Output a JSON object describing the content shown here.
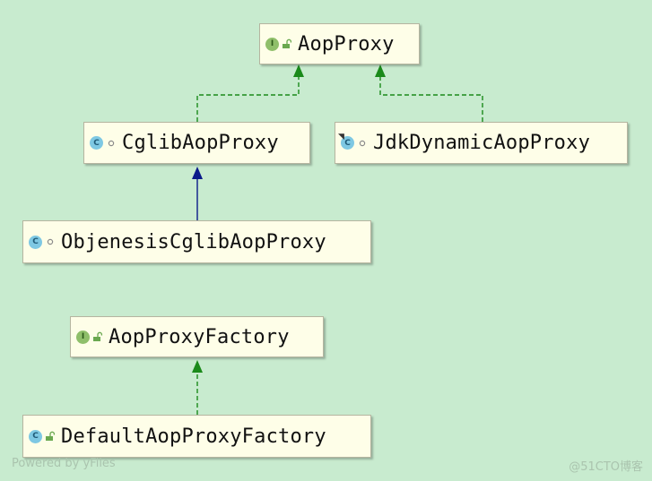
{
  "nodes": {
    "aop_proxy": {
      "name": "AopProxy",
      "kind_icon": "I",
      "visibility": "public"
    },
    "cglib_aop_proxy": {
      "name": "CglibAopProxy",
      "kind_icon": "C",
      "visibility": "package-private"
    },
    "jdk_dynamic_aop_proxy": {
      "name": "JdkDynamicAopProxy",
      "kind_icon": "C",
      "visibility": "package-private"
    },
    "objenesis_cglib_aop_proxy": {
      "name": "ObjenesisCglibAopProxy",
      "kind_icon": "C",
      "visibility": "package-private"
    },
    "aop_proxy_factory": {
      "name": "AopProxyFactory",
      "kind_icon": "I",
      "visibility": "public"
    },
    "default_aop_proxy_factory": {
      "name": "DefaultAopProxyFactory",
      "kind_icon": "C",
      "visibility": "public"
    }
  },
  "edges": [
    {
      "from": "CglibAopProxy",
      "to": "AopProxy",
      "type": "implements"
    },
    {
      "from": "JdkDynamicAopProxy",
      "to": "AopProxy",
      "type": "implements"
    },
    {
      "from": "ObjenesisCglibAopProxy",
      "to": "CglibAopProxy",
      "type": "extends"
    },
    {
      "from": "DefaultAopProxyFactory",
      "to": "AopProxyFactory",
      "type": "implements"
    }
  ],
  "footer": {
    "left": "Powered by yFiles",
    "right": "@51CTO博客"
  },
  "colors": {
    "background": "#c8ebcf",
    "node_fill": "#fefee8",
    "implements_edge": "#1a8a1a",
    "extends_edge": "#0a1a8a"
  }
}
